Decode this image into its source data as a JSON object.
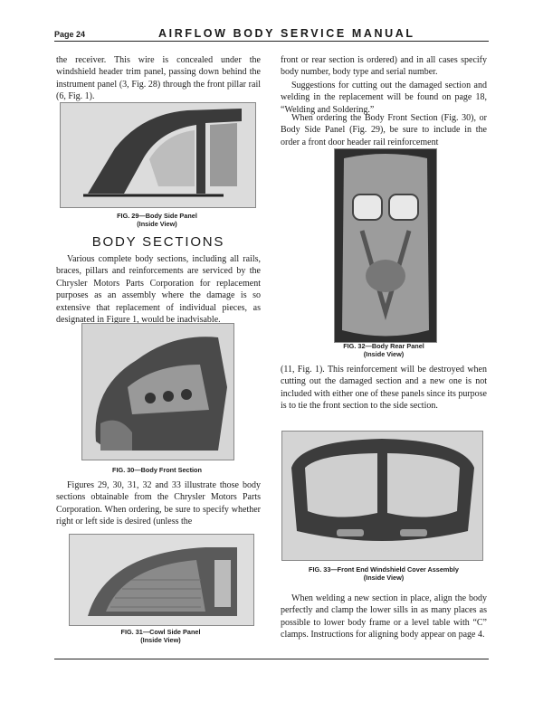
{
  "header": {
    "page": "Page 24",
    "title": "AIRFLOW BODY SERVICE MANUAL"
  },
  "left": {
    "p1": "the receiver. This wire is concealed under the windshield header trim panel, passing down behind the instrument panel (3, Fig. 28) through the front pillar rail (6, Fig. 1).",
    "fig29": {
      "line1": "FIG. 29—Body Side Panel",
      "line2": "(Inside View)"
    },
    "heading": "BODY SECTIONS",
    "p2": "Various complete body sections, including all rails, braces, pillars and reinforcements are serviced by the Chrysler Motors Parts Corporation for replacement purposes as an assembly where the damage is so extensive that replacement of individual pieces, as designated in Figure 1, would be inadvisable.",
    "fig30": {
      "line1": "FIG. 30—Body Front Section"
    },
    "p3": "Figures 29, 30, 31, 32 and 33 illustrate those body sections obtainable from the Chrysler Motors Parts Corporation. When ordering, be sure to specify whether right or left side is desired (unless the",
    "fig31": {
      "line1": "FIG. 31—Cowl Side Panel",
      "line2": "(Inside View)"
    }
  },
  "right": {
    "p1": "front or rear section is ordered) and in all cases specify body number, body type and serial number.",
    "p2": "Suggestions for cutting out the damaged section and welding in the replacement will be found on page 18, “Welding and Soldering.”",
    "p3": "When ordering the Body Front Section (Fig. 30), or Body Side Panel (Fig. 29), be sure to include in the order a front door header rail reinforcement",
    "fig32": {
      "line1": "FIG. 32—Body Rear Panel",
      "line2": "(Inside View)"
    },
    "p4": "(11, Fig. 1). This reinforcement will be destroyed when cutting out the damaged section and a new one is not included with either one of these panels since its purpose is to tie the front section to the side section.",
    "fig33": {
      "line1": "FIG. 33—Front End Windshield Cover Assembly",
      "line2": "(Inside View)"
    },
    "p5": "When welding a new section in place, align the body perfectly and clamp the lower sills in as many places as possible to lower body frame or a level table with “C” clamps. Instructions for aligning body appear on page 4."
  }
}
